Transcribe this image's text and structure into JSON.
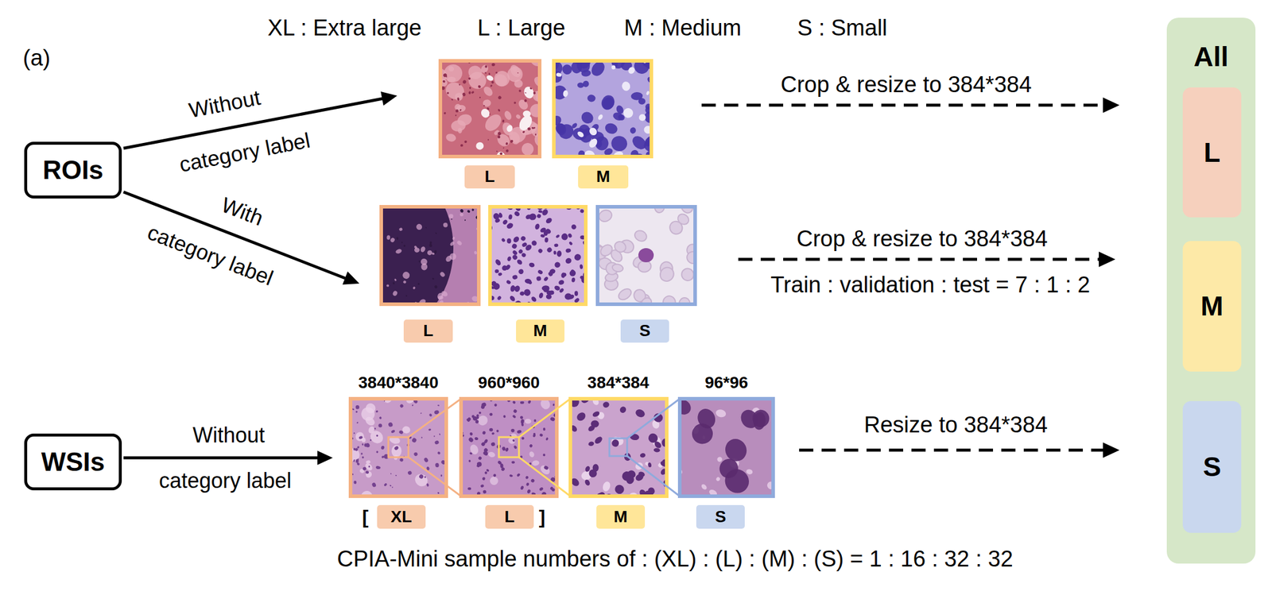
{
  "diagram": {
    "nodes": [
      {
        "text": [
          "ROIs"
        ]
      },
      {
        "text": [
          "L"
        ]
      },
      {
        "text": [
          "M"
        ]
      },
      {
        "text": [
          "L"
        ]
      },
      {
        "text": [
          "M"
        ]
      },
      {
        "text": [
          "S"
        ]
      },
      {
        "text": [
          "WSIs"
        ]
      },
      {
        "text": [
          "XL"
        ]
      },
      {
        "text": [
          "L"
        ]
      },
      {
        "text": [
          "M"
        ]
      },
      {
        "text": [
          "S"
        ]
      },
      {
        "text": [
          "All"
        ]
      },
      {
        "text": [
          "L"
        ],
        "in": 11
      },
      {
        "text": [
          "M"
        ],
        "in": 11
      },
      {
        "text": [
          "S"
        ],
        "in": 11
      }
    ],
    "labels": [
      "XL : Extra large",
      "L : Large",
      "M : Medium",
      "S : Small",
      "(a)",
      "Without",
      "Crop & resize to 384*384",
      "category label",
      "With",
      "category label",
      "Crop & resize to 384*384",
      "Train : validation : test = 7 : 1 : 2",
      "3840*3840",
      "960*960",
      "384*384",
      "96*96",
      "Without",
      "Resize to 384*384",
      "category label",
      "[",
      "]",
      "CPIA-Mini sample numbers of : (XL) : (L) : (M) : (S) = 1 : 16 : 32 : 32"
    ]
  }
}
